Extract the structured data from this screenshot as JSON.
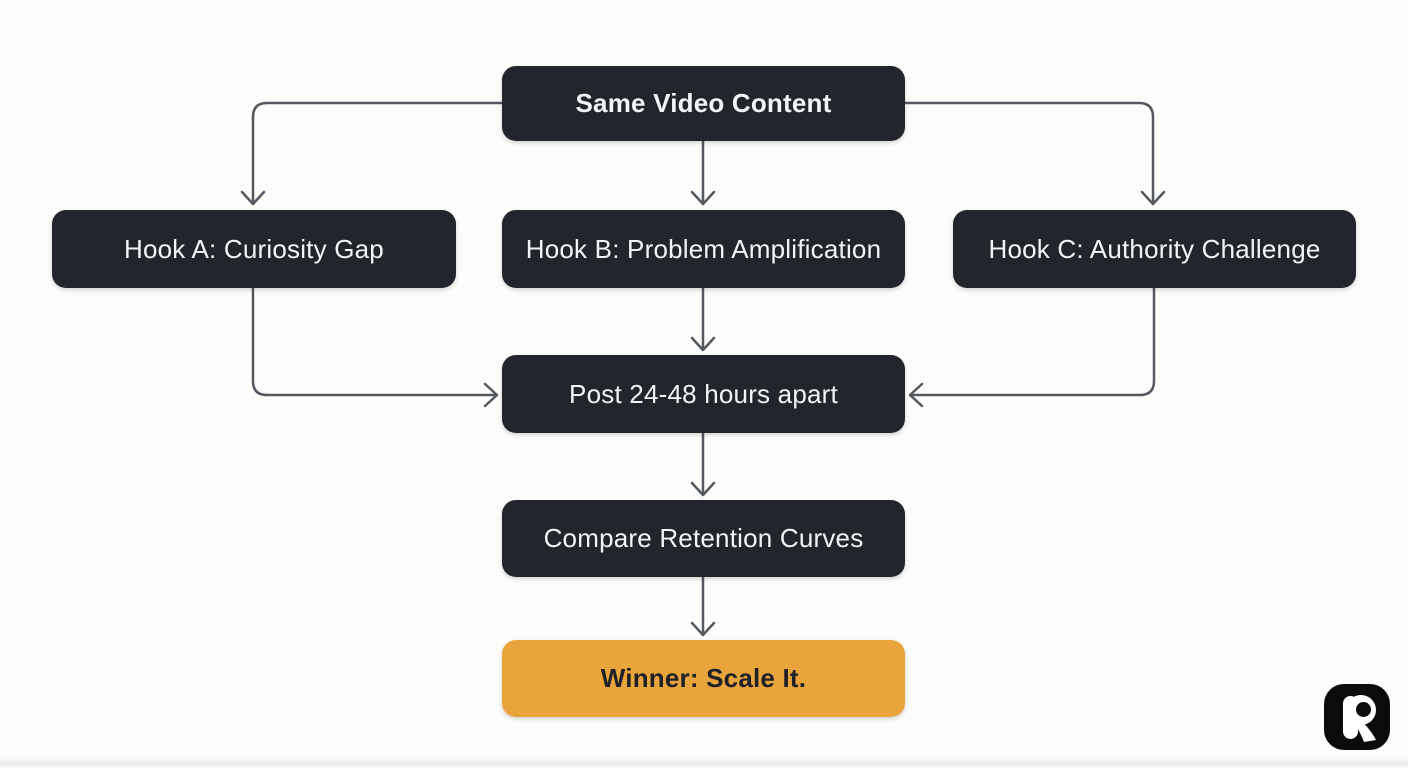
{
  "background_color": "#fcfcfa",
  "colors": {
    "node_bg": "#22262c",
    "node_text": "#f3f4f6",
    "winner_bg": "#e9a43c",
    "winner_text": "#1e2127",
    "connector": "#54585f",
    "logo_bg": "#0b0b0c",
    "logo_glyph": "#ffffff"
  },
  "diagram": {
    "type": "flowchart",
    "nodes": [
      {
        "id": "source",
        "label": "Same Video Content",
        "style": "dark",
        "emphasis": "bold"
      },
      {
        "id": "hook-a",
        "label": "Hook A: Curiosity Gap",
        "style": "dark",
        "emphasis": "regular"
      },
      {
        "id": "hook-b",
        "label": "Hook B: Problem Amplification",
        "style": "dark",
        "emphasis": "regular"
      },
      {
        "id": "hook-c",
        "label": "Hook C: Authority Challenge",
        "style": "dark",
        "emphasis": "regular"
      },
      {
        "id": "post",
        "label": "Post 24-48 hours apart",
        "style": "dark",
        "emphasis": "regular"
      },
      {
        "id": "compare",
        "label": "Compare Retention Curves",
        "style": "dark",
        "emphasis": "regular"
      },
      {
        "id": "winner",
        "label": "Winner: Scale It.",
        "style": "accent",
        "emphasis": "bold"
      }
    ],
    "edges": [
      {
        "from": "source",
        "to": "hook-a"
      },
      {
        "from": "source",
        "to": "hook-b"
      },
      {
        "from": "source",
        "to": "hook-c"
      },
      {
        "from": "hook-a",
        "to": "post"
      },
      {
        "from": "hook-b",
        "to": "post"
      },
      {
        "from": "hook-c",
        "to": "post"
      },
      {
        "from": "post",
        "to": "compare"
      },
      {
        "from": "compare",
        "to": "winner"
      }
    ]
  },
  "logo": {
    "name": "r-logo"
  }
}
